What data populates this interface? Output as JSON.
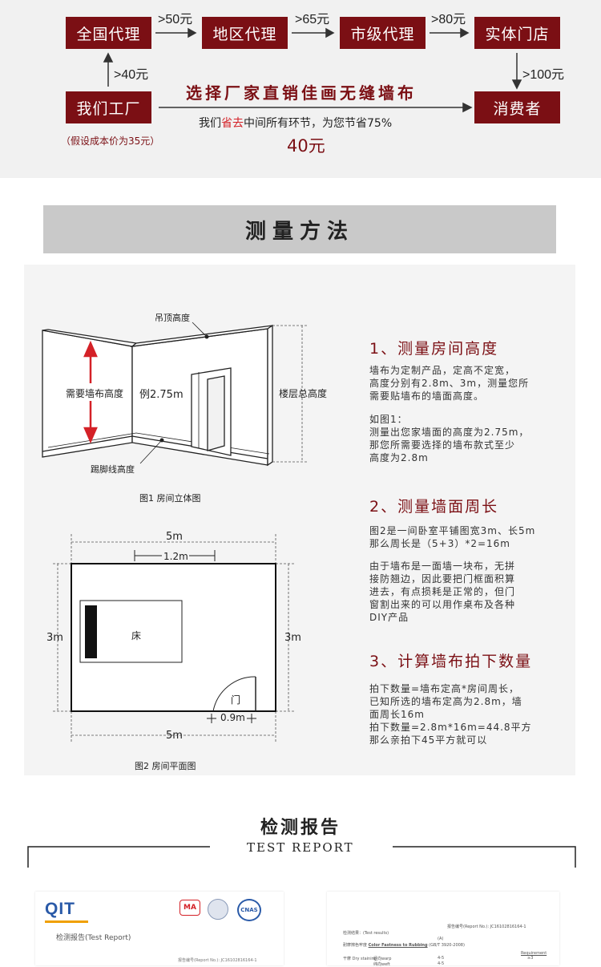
{
  "pricing": {
    "boxes": {
      "national_agent": "全国代理",
      "regional_agent": "地区代理",
      "city_agent": "市级代理",
      "physical_store": "实体门店",
      "our_factory": "我们工厂",
      "consumer": "消费者"
    },
    "markups": {
      "to_national": ">40元",
      "to_regional": ">50元",
      "to_city": ">65元",
      "to_store": ">80元",
      "to_consumer": ">100元"
    },
    "slogan": "选择厂家直销佳画无缝墙布",
    "saving_prefix": "我们",
    "saving_highlight": "省去",
    "saving_suffix": "中间所有环节，为您节省75%",
    "final_price": "40元",
    "cost_note": "（假设成本价为35元）"
  },
  "measure": {
    "section_title": "测量方法",
    "fig1": {
      "ceiling_label": "吊顶高度",
      "wall_height_label": "需要墙布高度",
      "example_label": "例2.75m",
      "floor_height_label": "楼层总高度",
      "skirting_label": "踢脚线高度",
      "caption": "图1  房间立体图"
    },
    "fig2": {
      "top_width": "5m",
      "window_width": "1.2m",
      "left_depth": "3m",
      "right_depth": "3m",
      "bed_label": "床",
      "door_label": "门",
      "door_width": "0.9m",
      "bottom_width": "5m",
      "caption": "图2  房间平面图"
    },
    "steps": [
      {
        "title": "1、测量房间高度",
        "paragraphs": [
          [
            "墙布为定制产品，定高不定宽，",
            "高度分别有2.8m、3m，测量您所",
            "需要贴墙布的墙面高度。"
          ],
          [
            "如图1：",
            "测量出您家墙面的高度为2.75m，",
            "那您所需要选择的墙布款式至少",
            "高度为2.8m"
          ]
        ]
      },
      {
        "title": "2、测量墙面周长",
        "paragraphs": [
          [
            "图2是一间卧室平铺图宽3m、长5m",
            "那么周长是（5+3）*2=16m"
          ],
          [
            "由于墙布是一面墙一块布，无拼",
            "接防翘边，因此要把门框面积算",
            "进去，有点损耗是正常的，但门",
            "窗割出来的可以用作桌布及各种",
            "DIY产品"
          ]
        ]
      },
      {
        "title": "3、计算墙布拍下数量",
        "paragraphs": [
          [
            "拍下数量=墙布定高*房间周长，",
            "已知所选的墙布定高为2.8m，墙",
            "面周长16m",
            "拍下数量=2.8m*16m=44.8平方",
            "那么亲拍下45平方就可以"
          ]
        ]
      }
    ]
  },
  "report": {
    "title_cn": "检测报告",
    "title_en": "TEST REPORT",
    "doc1": {
      "logo": "QIT",
      "heading": "检测报告(Test Report)",
      "seal1": "MA",
      "seal2": "CNAS",
      "report_no": "报告编号(Report No.): JC16102816164-1"
    },
    "doc2": {
      "report_no": "报告编号(Report No.): JC16102816164-1",
      "results": "检测结果：(Test results)",
      "grade": "(A)",
      "test_name_cn": "耐摩擦色牢度",
      "test_name_en": "Color Fastness to Rubbing",
      "standard": "(GB/T 3920-2008)",
      "requirement": "Requirement",
      "dry_label": "干摩 Dry staining",
      "warp_label": "经向warp",
      "weft_label": "纬向weft",
      "warp_value": "4-5",
      "weft_value": "4-5",
      "req_value": "≥3"
    }
  },
  "colors": {
    "brand": "#7b0f14",
    "highlight": "#d42127",
    "band": "#c9c9c9",
    "panel": "#f4f4f4"
  }
}
